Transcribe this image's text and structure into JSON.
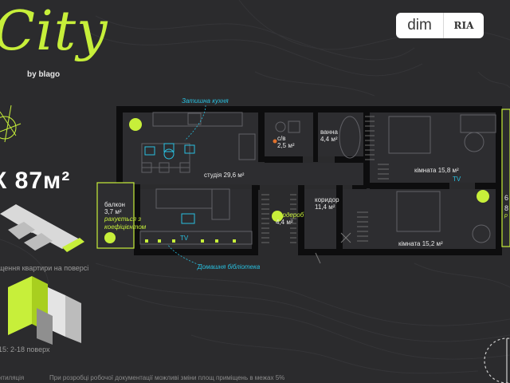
{
  "logo": {
    "brand": "City",
    "byline": "by blago"
  },
  "badge": {
    "dim": "dim",
    "ria": "RIA"
  },
  "apartment": {
    "area_prefix": "К",
    "area": "87м²"
  },
  "rooms": {
    "kitchen_annotation": "Затишна кухня",
    "bath_small": {
      "name": "с/в",
      "area": "2,5 м²"
    },
    "bath": {
      "name": "ванна",
      "area": "4,4 м²"
    },
    "bedroom1": {
      "name": "кімната 15,8 м²"
    },
    "studio": {
      "name": "студія 29,6 м²"
    },
    "balcony": {
      "name": "балкон",
      "area": "3,7 м²",
      "note_line1": "рахується з",
      "note_line2": "коефіцієнтом"
    },
    "wardrobe": {
      "name": "Гардероб",
      "area": "4,4 м²"
    },
    "corridor": {
      "name": "коридор",
      "area": "11,4 м²"
    },
    "bedroom2": {
      "name": "кімната 15,2 м²"
    },
    "library_annotation": "Домашня бібліотека",
    "tv_label": "TV"
  },
  "captions": {
    "floor_position": "щення квартири на поверсі",
    "sections": "15: 2-18 поверх",
    "bottom_left": "нтиляція",
    "disclaimer": "При розробці робочої документації можливі зміни площ приміщень в межах 5%"
  },
  "edge_labels": {
    "right_top": "6",
    "right_mid": "8",
    "right_small": "р"
  },
  "colors": {
    "background": "#2b2b2d",
    "accent": "#c7ef3a",
    "annotation": "#29c0e0",
    "wall": "#0d0d0e",
    "floor": "#2d2d30"
  }
}
